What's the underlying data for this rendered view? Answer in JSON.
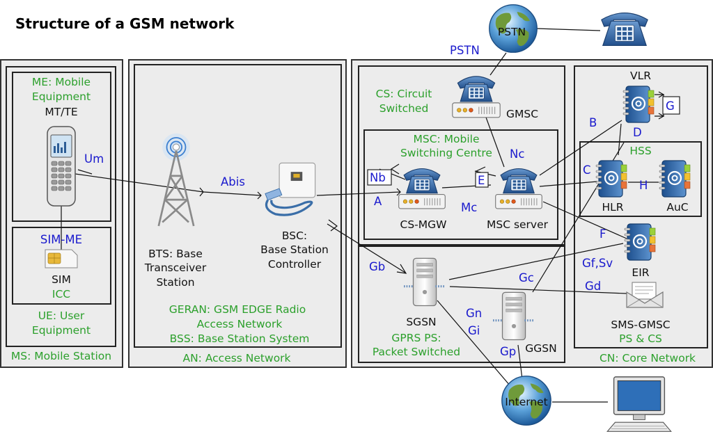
{
  "title": "Structure of a GSM network",
  "regions": {
    "ms": "MS: Mobile Station",
    "me_line1": "ME: Mobile",
    "me_line2": "Equipment",
    "mt_te": "MT/TE",
    "sim_me": "SIM-ME",
    "sim": "SIM",
    "icc": "ICC",
    "ue_line1": "UE: User",
    "ue_line2": "Equipment",
    "an": "AN: Access Network",
    "geran_line1": "GERAN: GSM EDGE Radio",
    "geran_line2": "Access Network",
    "bss": "BSS: Base Station System",
    "cs_line1": "CS: Circuit",
    "cs_line2": "Switched",
    "msc_line1": "MSC: Mobile",
    "msc_line2": "Switching Centre",
    "gprs_line1": "GPRS PS:",
    "gprs_line2": "Packet Switched",
    "hss": "HSS",
    "ps_cs": "PS & CS",
    "cn": "CN: Core Network"
  },
  "nodes": {
    "bts_line1": "BTS: Base",
    "bts_line2": "Transceiver",
    "bts_line3": "Station",
    "bsc_line1": "BSC:",
    "bsc_line2": "Base Station",
    "bsc_line3": "Controller",
    "gmsc": "GMSC",
    "cs_mgw": "CS-MGW",
    "msc_server": "MSC server",
    "sgsn": "SGSN",
    "ggsn": "GGSN",
    "vlr": "VLR",
    "hlr": "HLR",
    "auc": "AuC",
    "eir": "EIR",
    "sms_gmsc": "SMS-GMSC",
    "pstn": "PSTN",
    "internet": "Internet"
  },
  "interfaces": {
    "um": "Um",
    "abis": "Abis",
    "a": "A",
    "nb": "Nb",
    "mc": "Mc",
    "nc": "Nc",
    "e": "E",
    "pstn": "PSTN",
    "b": "B",
    "g": "G",
    "d": "D",
    "c": "C",
    "h": "H",
    "f": "F",
    "gf_sv": "Gf,Sv",
    "gd": "Gd",
    "gb": "Gb",
    "gc": "Gc",
    "gn": "Gn",
    "gi": "Gi",
    "gp": "Gp"
  },
  "colors": {
    "green_text": "#2ca02c",
    "blue_text": "#1a1acd",
    "panel_fill": "#ececec",
    "phone_blue": "#3f6fa8"
  },
  "icons": {
    "phone": "desk-phone-icon",
    "globe": "globe-icon",
    "address_book": "address-book-icon",
    "server": "server-icon",
    "mobile": "mobile-phone-icon",
    "antenna": "antenna-tower-icon",
    "controller": "network-controller-icon",
    "sim": "sim-card-icon",
    "mail": "mail-icon",
    "computer": "computer-icon"
  }
}
